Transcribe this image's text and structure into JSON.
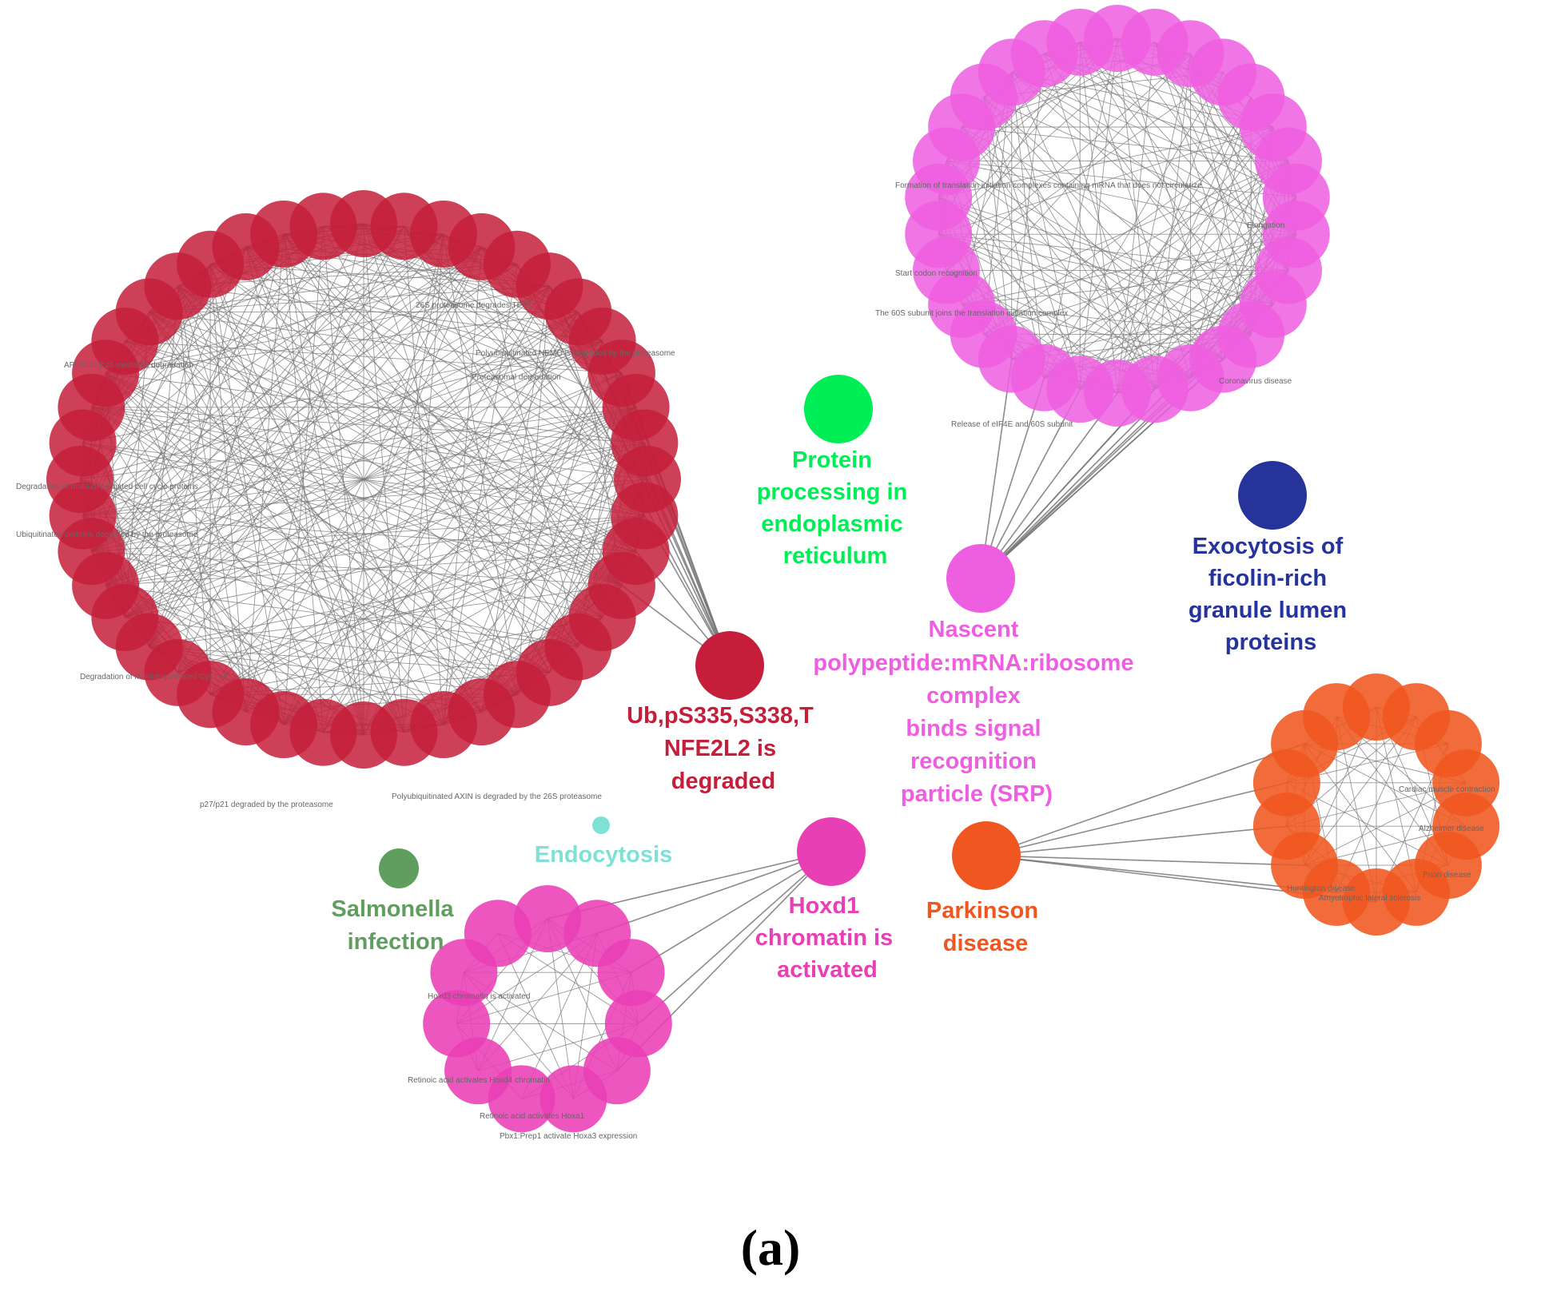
{
  "panel_label": "(a)",
  "colors": {
    "red": "#c41e3a",
    "magenta": "#ee5ee0",
    "pink": "#e93fb5",
    "orange": "#f0561f",
    "green": "#00ee55",
    "blue": "#26339a",
    "salmonella": "#5f9e5f",
    "cyan": "#7fe0d6",
    "edge": "#777777"
  },
  "hubs": {
    "ub": {
      "lines": [
        "Ub,pS335,S338,T",
        "NFE2L2 is",
        "degraded"
      ]
    },
    "protein": {
      "lines": [
        "Protein",
        "processing in",
        "endoplasmic",
        "reticulum"
      ]
    },
    "nascent": {
      "lines": [
        "Nascent",
        "polypeptide:mRNA:ribosome",
        "complex",
        "binds signal",
        "recognition",
        "particle (SRP)"
      ]
    },
    "exocytosis": {
      "lines": [
        "Exocytosis of",
        "ficolin-rich",
        "granule lumen",
        "proteins"
      ]
    },
    "hoxd1": {
      "lines": [
        "Hoxd1",
        "chromatin is",
        "activated"
      ]
    },
    "parkinson": {
      "lines": [
        "Parkinson",
        "disease"
      ]
    },
    "salmonella": {
      "lines": [
        "Salmonella",
        "infection"
      ]
    },
    "endocytosis": {
      "lines": [
        "Endocytosis"
      ]
    }
  },
  "cluster_labels": {
    "red": [
      "26S proteasome degrades TP73",
      "Polyubiquitinated NEMO is degraded by the proteasome",
      "APC/C:Cdc20 mediated degradation",
      "Proteasomal degradation",
      "Degradation of multiubiquitinated cell cycle proteins",
      "Ubiquitinated proteins degraded by the proteasome",
      "Degradation of multiubiquitinated Cyclin A",
      "p27/p21 degraded by the proteasome",
      "Polyubiquitinated AXIN is degraded by the 26S proteasome"
    ],
    "magenta": [
      "Formation of translation initiation complexes containing mRNA that does not circularize",
      "Start codon recognition",
      "The 60S subunit joins the translation initiation complex",
      "Coronavirus disease",
      "Elongation",
      "Release of eIF4E and 60S subunit"
    ],
    "orange": [
      "Huntington disease",
      "Amyotrophic lateral sclerosis",
      "Prion disease",
      "Alzheimer disease",
      "Cardiac muscle contraction"
    ],
    "pink": [
      "Retinoic acid activates Hoxd4 chromatin",
      "Retinoic acid activates Hoxa1",
      "Hoxd3 chromatin is activated",
      "Pbx1:Prep1 activate Hoxa3 expression"
    ]
  }
}
